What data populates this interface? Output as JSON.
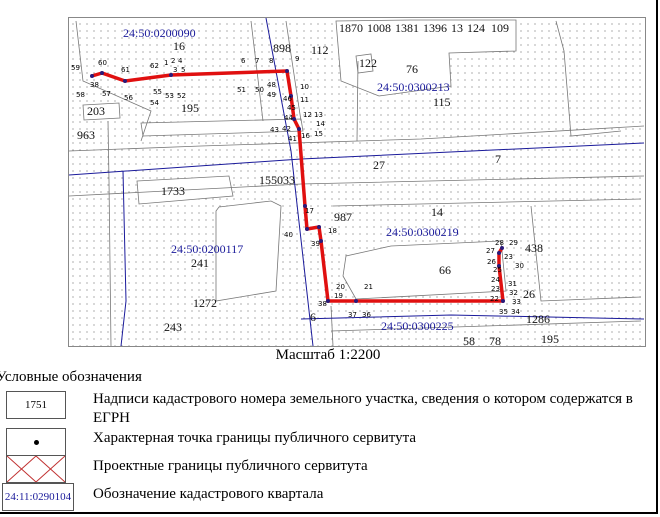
{
  "map": {
    "quarters": [
      "24:50:0200090",
      "24:50:0300213",
      "24:50:0200117",
      "24:50:0300219",
      "24:50:0300225"
    ],
    "parcels": [
      "16",
      "898",
      "112",
      "1870",
      "1008",
      "1381",
      "1396",
      "13",
      "124",
      "109",
      "122",
      "76",
      "115",
      "203",
      "195",
      "963",
      "27",
      "7",
      "1733",
      "155033",
      "987",
      "14",
      "241",
      "438",
      "66",
      "1272",
      "243",
      "26",
      "1286",
      "58",
      "78",
      "195",
      "6"
    ],
    "points": [
      "59",
      "60",
      "61",
      "62",
      "1",
      "2",
      "3",
      "4",
      "5",
      "6",
      "7",
      "8",
      "9",
      "58",
      "38",
      "57",
      "56",
      "55",
      "54",
      "53",
      "52",
      "51",
      "50",
      "48",
      "49",
      "10",
      "46",
      "45",
      "11",
      "44",
      "43",
      "42",
      "41",
      "12",
      "13",
      "14",
      "15",
      "16",
      "17",
      "40",
      "18",
      "39",
      "20",
      "19",
      "21",
      "38",
      "37",
      "36",
      "28",
      "29",
      "27",
      "23",
      "30",
      "26",
      "25",
      "24",
      "23",
      "22",
      "31",
      "32",
      "33",
      "35",
      "34"
    ]
  },
  "colors": {
    "servitude": "#e01010",
    "quarter_line": "#1a1a9a",
    "parcel_line": "#777777",
    "point": "#2a1a7a"
  },
  "scale": "Масштаб 1:2200",
  "legend": {
    "title": "Условные обозначения",
    "items": [
      {
        "sample": "1751",
        "text": "Надписи кадастрового номера земельного участка, сведения о котором содержатся в ЕГРН"
      },
      {
        "sample": "",
        "text": "Характерная точка границы публичного сервитута"
      },
      {
        "sample": "",
        "text": "Проектные границы публичного сервитута"
      },
      {
        "sample": "24:11:0290104",
        "text": "Обозначение кадастрового квартала"
      }
    ]
  }
}
